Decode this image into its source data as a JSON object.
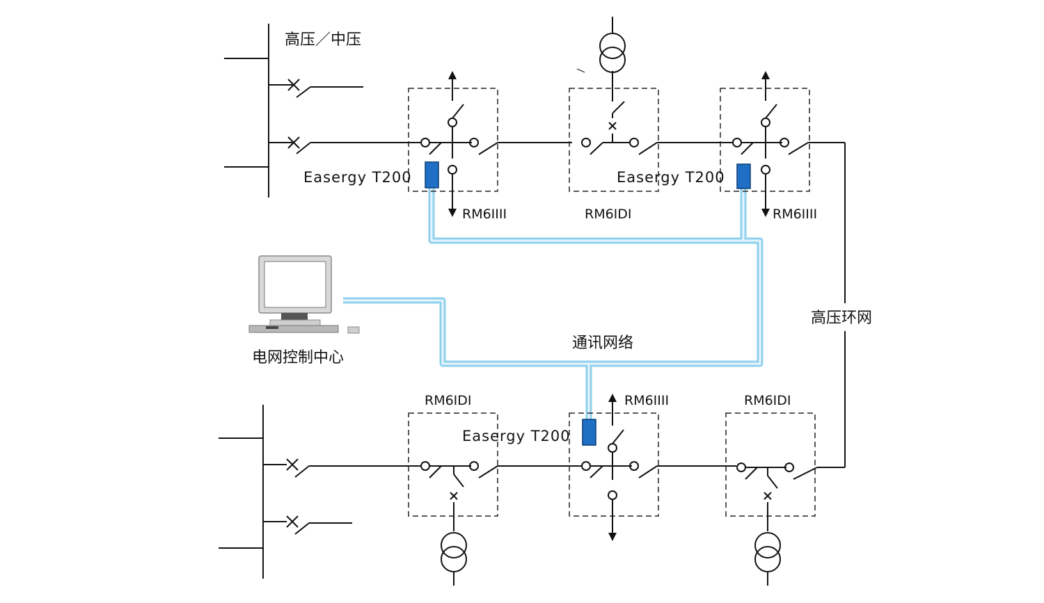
{
  "labels": {
    "hv_mv": "高压／中压",
    "control_center": "电网控制中心",
    "comm_network": "通讯网络",
    "hv_ring": "高压环网"
  },
  "devices": {
    "t200": "Easergy  T200"
  },
  "modules": {
    "top_left": "RM6IIII",
    "top_mid": "RM6IDI",
    "top_right": "RM6IIII",
    "bot_left": "RM6IDI",
    "bot_mid": "RM6IIII",
    "bot_right": "RM6IDI"
  },
  "colors": {
    "network_line": "#8fd0ee",
    "network_core": "#e6f6fc",
    "rtu_device": "#1f6fc4",
    "drawing": "#111111"
  }
}
